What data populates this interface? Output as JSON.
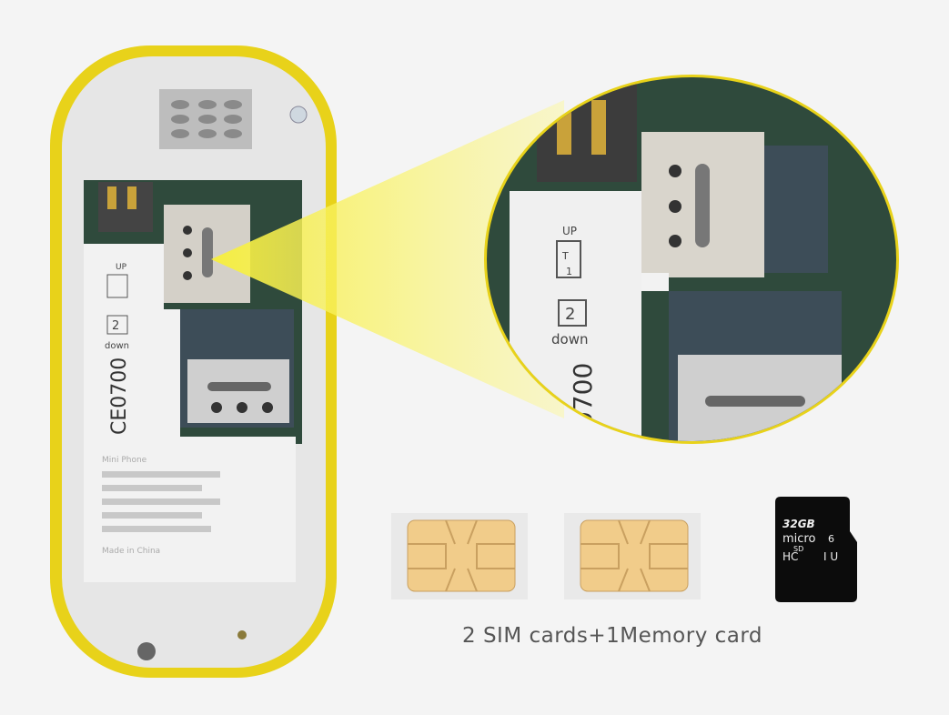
{
  "label": {
    "up": "UP",
    "slot1": "1",
    "slot1_tab": "T",
    "slot2": "2",
    "down": "down",
    "ce_mark": "CE0700",
    "zoom_ce_mark": "0700",
    "model_line": "Mini Phone",
    "made_in": "Made in China"
  },
  "memory_card": {
    "capacity": "32GB",
    "brand": "micro",
    "sd": "SD",
    "class": "HC",
    "speed_class": "6",
    "uhs": "I U"
  },
  "caption": "2 SIM cards+1Memory card",
  "colors": {
    "phone_frame": "#e8d21a",
    "highlight": "#f5ee4a",
    "pcb": "#2f4a3c",
    "sim_gold": "#f1cc8a"
  }
}
